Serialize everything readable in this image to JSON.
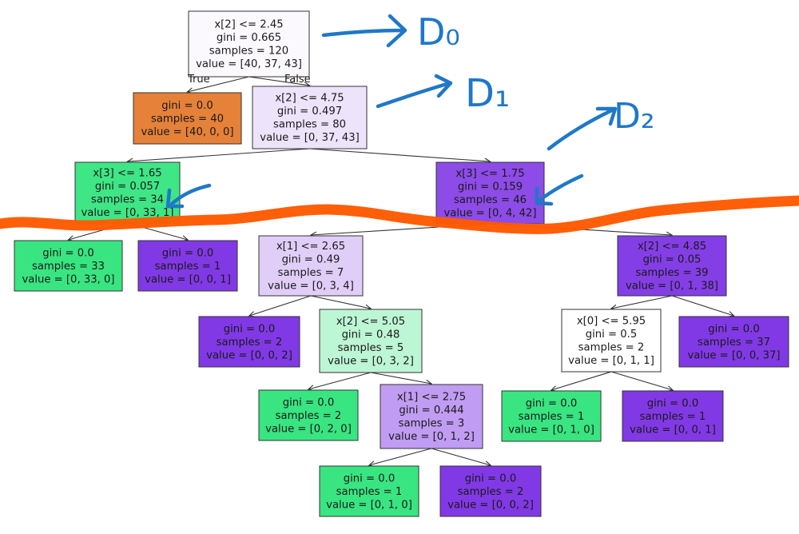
{
  "edge_labels": {
    "true_label": "True",
    "false_label": "False"
  },
  "annotations": [
    {
      "id": "d0",
      "text": "D₀"
    },
    {
      "id": "d1",
      "text": "D₁"
    },
    {
      "id": "d2",
      "text": "D₂"
    }
  ],
  "nodes": [
    {
      "id": "n0",
      "lines": [
        "x[2] <= 2.45",
        "gini = 0.665",
        "samples = 120",
        "value = [40, 37, 43]"
      ],
      "fill": "#fbf9fe"
    },
    {
      "id": "n1",
      "lines": [
        "gini = 0.0",
        "samples = 40",
        "value = [40, 0, 0]"
      ],
      "fill": "#e58139"
    },
    {
      "id": "n2",
      "lines": [
        "x[2] <= 4.75",
        "gini = 0.497",
        "samples = 80",
        "value = [0, 37, 43]"
      ],
      "fill": "#ede3fb"
    },
    {
      "id": "n3",
      "lines": [
        "x[3] <= 1.65",
        "gini = 0.057",
        "samples = 34",
        "value = [0, 33, 1]"
      ],
      "fill": "#3fe685"
    },
    {
      "id": "n4",
      "lines": [
        "gini = 0.0",
        "samples = 33",
        "value = [0, 33, 0]"
      ],
      "fill": "#39e581"
    },
    {
      "id": "n5",
      "lines": [
        "gini = 0.0",
        "samples = 1",
        "value = [0, 0, 1]"
      ],
      "fill": "#8139e5"
    },
    {
      "id": "n6",
      "lines": [
        "x[3] <= 1.75",
        "gini = 0.159",
        "samples = 46",
        "value = [0, 4, 42]"
      ],
      "fill": "#8d4be7"
    },
    {
      "id": "n7",
      "lines": [
        "x[1] <= 2.65",
        "gini = 0.49",
        "samples = 7",
        "value = [0, 3, 4]"
      ],
      "fill": "#e0cef8"
    },
    {
      "id": "n8",
      "lines": [
        "gini = 0.0",
        "samples = 2",
        "value = [0, 0, 2]"
      ],
      "fill": "#8139e5"
    },
    {
      "id": "n9",
      "lines": [
        "x[2] <= 5.05",
        "gini = 0.48",
        "samples = 5",
        "value = [0, 3, 2]"
      ],
      "fill": "#bdf6d5"
    },
    {
      "id": "n10",
      "lines": [
        "gini = 0.0",
        "samples = 2",
        "value = [0, 2, 0]"
      ],
      "fill": "#39e581"
    },
    {
      "id": "n11",
      "lines": [
        "x[1] <= 2.75",
        "gini = 0.444",
        "samples = 3",
        "value = [0, 1, 2]"
      ],
      "fill": "#c09cf2"
    },
    {
      "id": "n12",
      "lines": [
        "gini = 0.0",
        "samples = 1",
        "value = [0, 1, 0]"
      ],
      "fill": "#39e581"
    },
    {
      "id": "n13",
      "lines": [
        "gini = 0.0",
        "samples = 2",
        "value = [0, 0, 2]"
      ],
      "fill": "#8139e5"
    },
    {
      "id": "n14",
      "lines": [
        "x[2] <= 4.85",
        "gini = 0.05",
        "samples = 39",
        "value = [0, 1, 38]"
      ],
      "fill": "#843ee6"
    },
    {
      "id": "n15",
      "lines": [
        "x[0] <= 5.95",
        "gini = 0.5",
        "samples = 2",
        "value = [0, 1, 1]"
      ],
      "fill": "#ffffff"
    },
    {
      "id": "n16",
      "lines": [
        "gini = 0.0",
        "samples = 1",
        "value = [0, 1, 0]"
      ],
      "fill": "#39e581"
    },
    {
      "id": "n17",
      "lines": [
        "gini = 0.0",
        "samples = 1",
        "value = [0, 0, 1]"
      ],
      "fill": "#8139e5"
    },
    {
      "id": "n18",
      "lines": [
        "gini = 0.0",
        "samples = 37",
        "value = [0, 0, 37]"
      ],
      "fill": "#8139e5"
    }
  ],
  "edges": [
    [
      "n0",
      "n1"
    ],
    [
      "n0",
      "n2"
    ],
    [
      "n2",
      "n3"
    ],
    [
      "n2",
      "n6"
    ],
    [
      "n3",
      "n4"
    ],
    [
      "n3",
      "n5"
    ],
    [
      "n6",
      "n7"
    ],
    [
      "n6",
      "n14"
    ],
    [
      "n7",
      "n8"
    ],
    [
      "n7",
      "n9"
    ],
    [
      "n9",
      "n10"
    ],
    [
      "n9",
      "n11"
    ],
    [
      "n11",
      "n12"
    ],
    [
      "n11",
      "n13"
    ],
    [
      "n14",
      "n15"
    ],
    [
      "n14",
      "n18"
    ],
    [
      "n15",
      "n16"
    ],
    [
      "n15",
      "n17"
    ]
  ],
  "colors": {
    "annotation_blue": "#1f78c8",
    "highlight_orange": "#ff5a00",
    "edge": "#333333"
  }
}
